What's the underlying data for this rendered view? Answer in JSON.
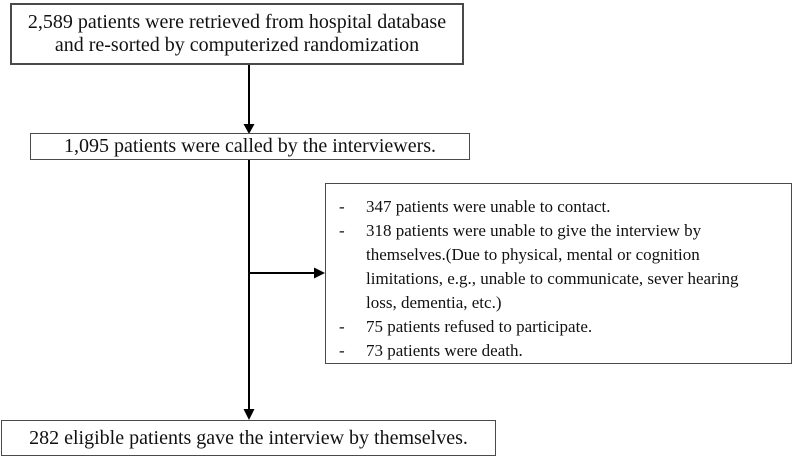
{
  "boxes": {
    "retrieved": {
      "line1": "2,589 patients were retrieved from hospital database",
      "line2": "and re-sorted by computerized randomization"
    },
    "called": {
      "text": "1,095 patients were called by the interviewers."
    },
    "excluded": {
      "bullet": "-",
      "items": [
        "347 patients were unable to contact.",
        "318 patients were unable to give the interview by\nthemselves.(Due to physical, mental or cognition\nlimitations, e.g., unable to communicate, sever hearing\nloss, dementia, etc.)",
        "75 patients refused to participate.",
        "73 patients were death."
      ]
    },
    "eligible": {
      "text": "282 eligible patients gave the interview by themselves."
    }
  },
  "colors": {
    "box_border": "#4a4a4a",
    "arrow": "#000000",
    "text": "#111111",
    "background": "#ffffff"
  }
}
